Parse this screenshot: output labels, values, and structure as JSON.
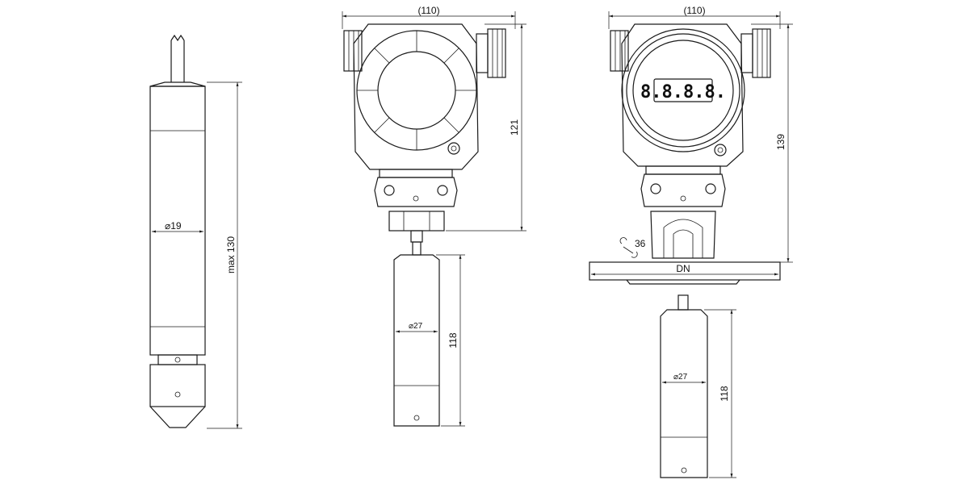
{
  "dimensions": {
    "probe1": {
      "diameter": "⌀19",
      "length": "max 130"
    },
    "transmitter1": {
      "width": "(110)",
      "height": "121",
      "probe_diameter": "⌀27",
      "probe_length": "118"
    },
    "transmitter2": {
      "width": "(110)",
      "height": "139",
      "wrench": "36",
      "flange": "DN",
      "probe_diameter": "⌀27",
      "probe_length": "118"
    }
  },
  "display": {
    "digits": "8.8.8.8."
  }
}
